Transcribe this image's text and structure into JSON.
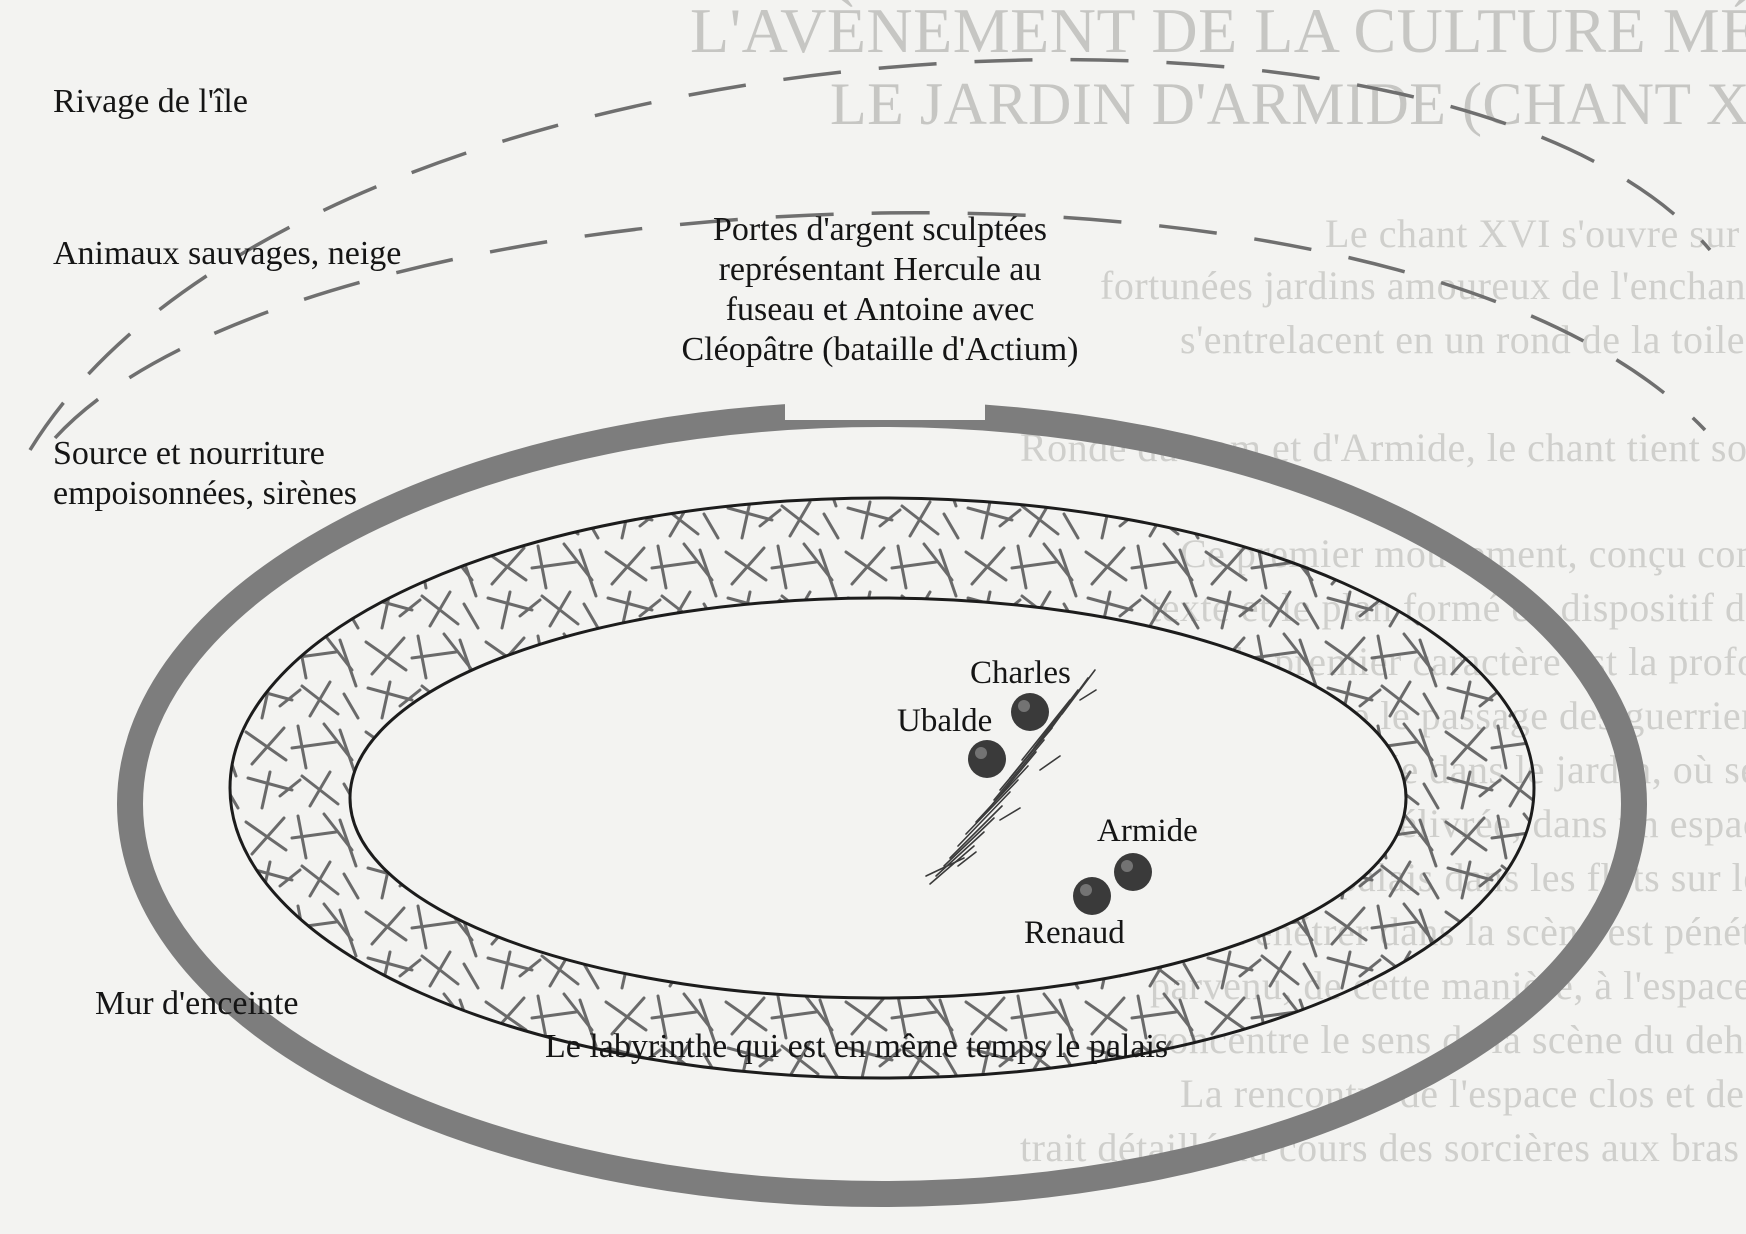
{
  "bleed_through": {
    "heading_lines": [
      "L'AVÈNEMENT DE LA CULTURE MÉDIATIQUE",
      "LE JARDIN D'ARMIDE (CHANT XVI)"
    ],
    "body_lines": [
      "Le chant XVI s'ouvre sur la description du palais d'Armide, les",
      "fortunées jardins amoureux de l'enchanteresse Renaud et Armide",
      "s'entrelacent en un rond de la toile, le coupe",
      "Ronde du nom et d'Armide, le chant tient son cœur donc",
      "Ce premier mouvement, conçu comme un espace clos, s'oppose au",
      "texte et le plan formé en dispositif d'un système de l'illusion",
      "dont le premier caractère est la profondeur de son paysage",
      "montré par le le passage des guerriers dans le palais de la",
      "le fait à l'arrivée dans le jardin, où se trouvent Renaud",
      "La Jérusalem délivrée, dans un espace clos, le jardin d'Armide",
      "jardin et le palais dans les flots sur lesquels Armide a",
      "l'île. Pénétrer dans la scène est pénétrer dans l'illusion",
      "parvenu, de cette manière, à l'espace de la scène",
      "concentre le sens de la scène du dehors",
      "La rencontre de l'espace clos et de l'illusion",
      "trait détaillé au cours des sorcières aux bras de leurs amants"
    ]
  },
  "labels": {
    "shore": "Rivage de l'île",
    "animals": "Animaux sauvages, neige",
    "spring_line1": "Source et nourriture",
    "spring_line2": "empoisonnées, sirènes",
    "wall": "Mur d'enceinte",
    "labyrinth": "Le labyrinthe qui est en même temps le palais",
    "gates_lines": [
      "Portes d'argent sculptées",
      "représentant Hercule au",
      "fuseau et Antoine avec",
      "Cléopâtre (bataille d'Actium)"
    ]
  },
  "characters": [
    {
      "name": "Charles"
    },
    {
      "name": "Ubalde"
    },
    {
      "name": "Armide"
    },
    {
      "name": "Renaud"
    }
  ],
  "colors": {
    "wall": "#7d7d7d",
    "ellipse_stroke": "#1c1c1c",
    "hatch": "#6a6a6a",
    "dash": "#6f6f6f",
    "figure": "#3a3a3a",
    "background": "#f3f3f1"
  }
}
